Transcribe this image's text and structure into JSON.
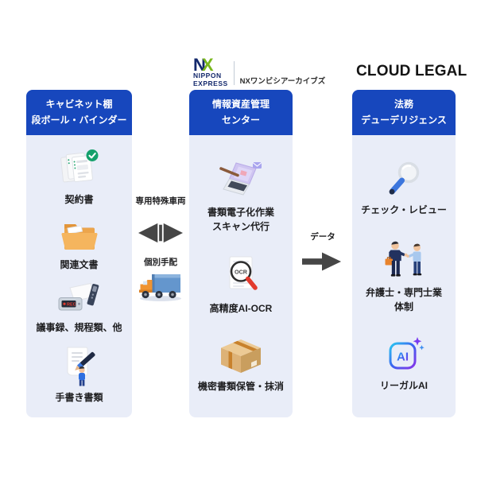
{
  "logos": {
    "nx": {
      "n": "N",
      "x": "X",
      "nippon": "NIPPON",
      "express": "EXPRESS",
      "subtitle": "NXワンビシアーカイブズ"
    },
    "cloud_legal": "CLOUD LEGAL"
  },
  "columns": [
    {
      "id": "source-documents",
      "header_lines": [
        "キャビネット棚",
        "段ボール・バインダー"
      ],
      "items": [
        {
          "icon": "contract-documents-icon",
          "label_lines": [
            "契約書"
          ]
        },
        {
          "icon": "folder-icon",
          "label_lines": [
            "関連文書"
          ]
        },
        {
          "icon": "voice-recorder-icon",
          "label_lines": [
            "議事録、規程類、他"
          ]
        },
        {
          "icon": "handwritten-doc-icon",
          "label_lines": [
            "手書き書類"
          ]
        }
      ]
    },
    {
      "id": "information-asset-center",
      "header_lines": [
        "情報資産管理",
        "センター"
      ],
      "items": [
        {
          "icon": "laptop-scan-icon",
          "label_lines": [
            "書類電子化作業",
            "スキャン代行"
          ]
        },
        {
          "icon": "ai-ocr-icon",
          "label_lines": [
            "高精度AI-OCR"
          ]
        },
        {
          "icon": "storage-box-icon",
          "label_lines": [
            "機密書類保管・抹消"
          ]
        }
      ]
    },
    {
      "id": "legal-due-diligence",
      "header_lines": [
        "法務",
        "デューデリジェンス"
      ],
      "items": [
        {
          "icon": "magnifier-icon",
          "label_lines": [
            "チェック・レビュー"
          ]
        },
        {
          "icon": "lawyers-icon",
          "label_lines": [
            "弁護士・専門士業",
            "体制"
          ]
        },
        {
          "icon": "legal-ai-icon",
          "label_lines": [
            "リーガルAI"
          ]
        }
      ]
    }
  ],
  "connectors": {
    "left_top_label": "専用特殊車両",
    "left_bottom_label": "個別手配",
    "right_label": "データ"
  },
  "icon_texts": {
    "rec": "REC",
    "ocr": "OCR",
    "ai": "AI"
  },
  "colors": {
    "header_blue": "#1747bd",
    "panel_bg": "#e9edf8",
    "arrow_gray": "#464646",
    "nx_navy": "#13286c",
    "nx_green": "#79b71c",
    "check_green": "#14a06b",
    "ocr_red": "#e23a2e",
    "folder_orange": "#f4ad52",
    "truck_orange": "#ef9330",
    "truck_blue": "#6496cd",
    "ai_gradient_start": "#29c8f0",
    "ai_gradient_end": "#8a33e8"
  }
}
